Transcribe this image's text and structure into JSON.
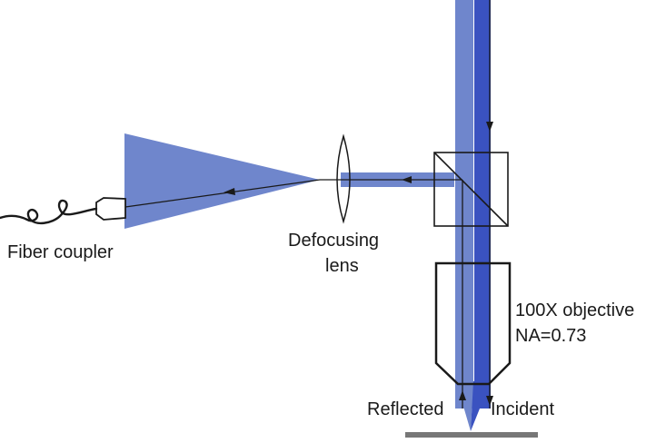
{
  "labels": {
    "fiber_coupler": "Fiber coupler",
    "defocusing_lens_line1": "Defocusing",
    "defocusing_lens_line2": "lens",
    "objective_line1": "100X objective",
    "objective_line2": "NA=0.73",
    "reflected": "Reflected",
    "incident": "Incident"
  },
  "colors": {
    "beam_light": "#6f86cc",
    "beam_dark": "#3a52c0",
    "outline": "#1a1a1a",
    "sample": "#777777"
  }
}
